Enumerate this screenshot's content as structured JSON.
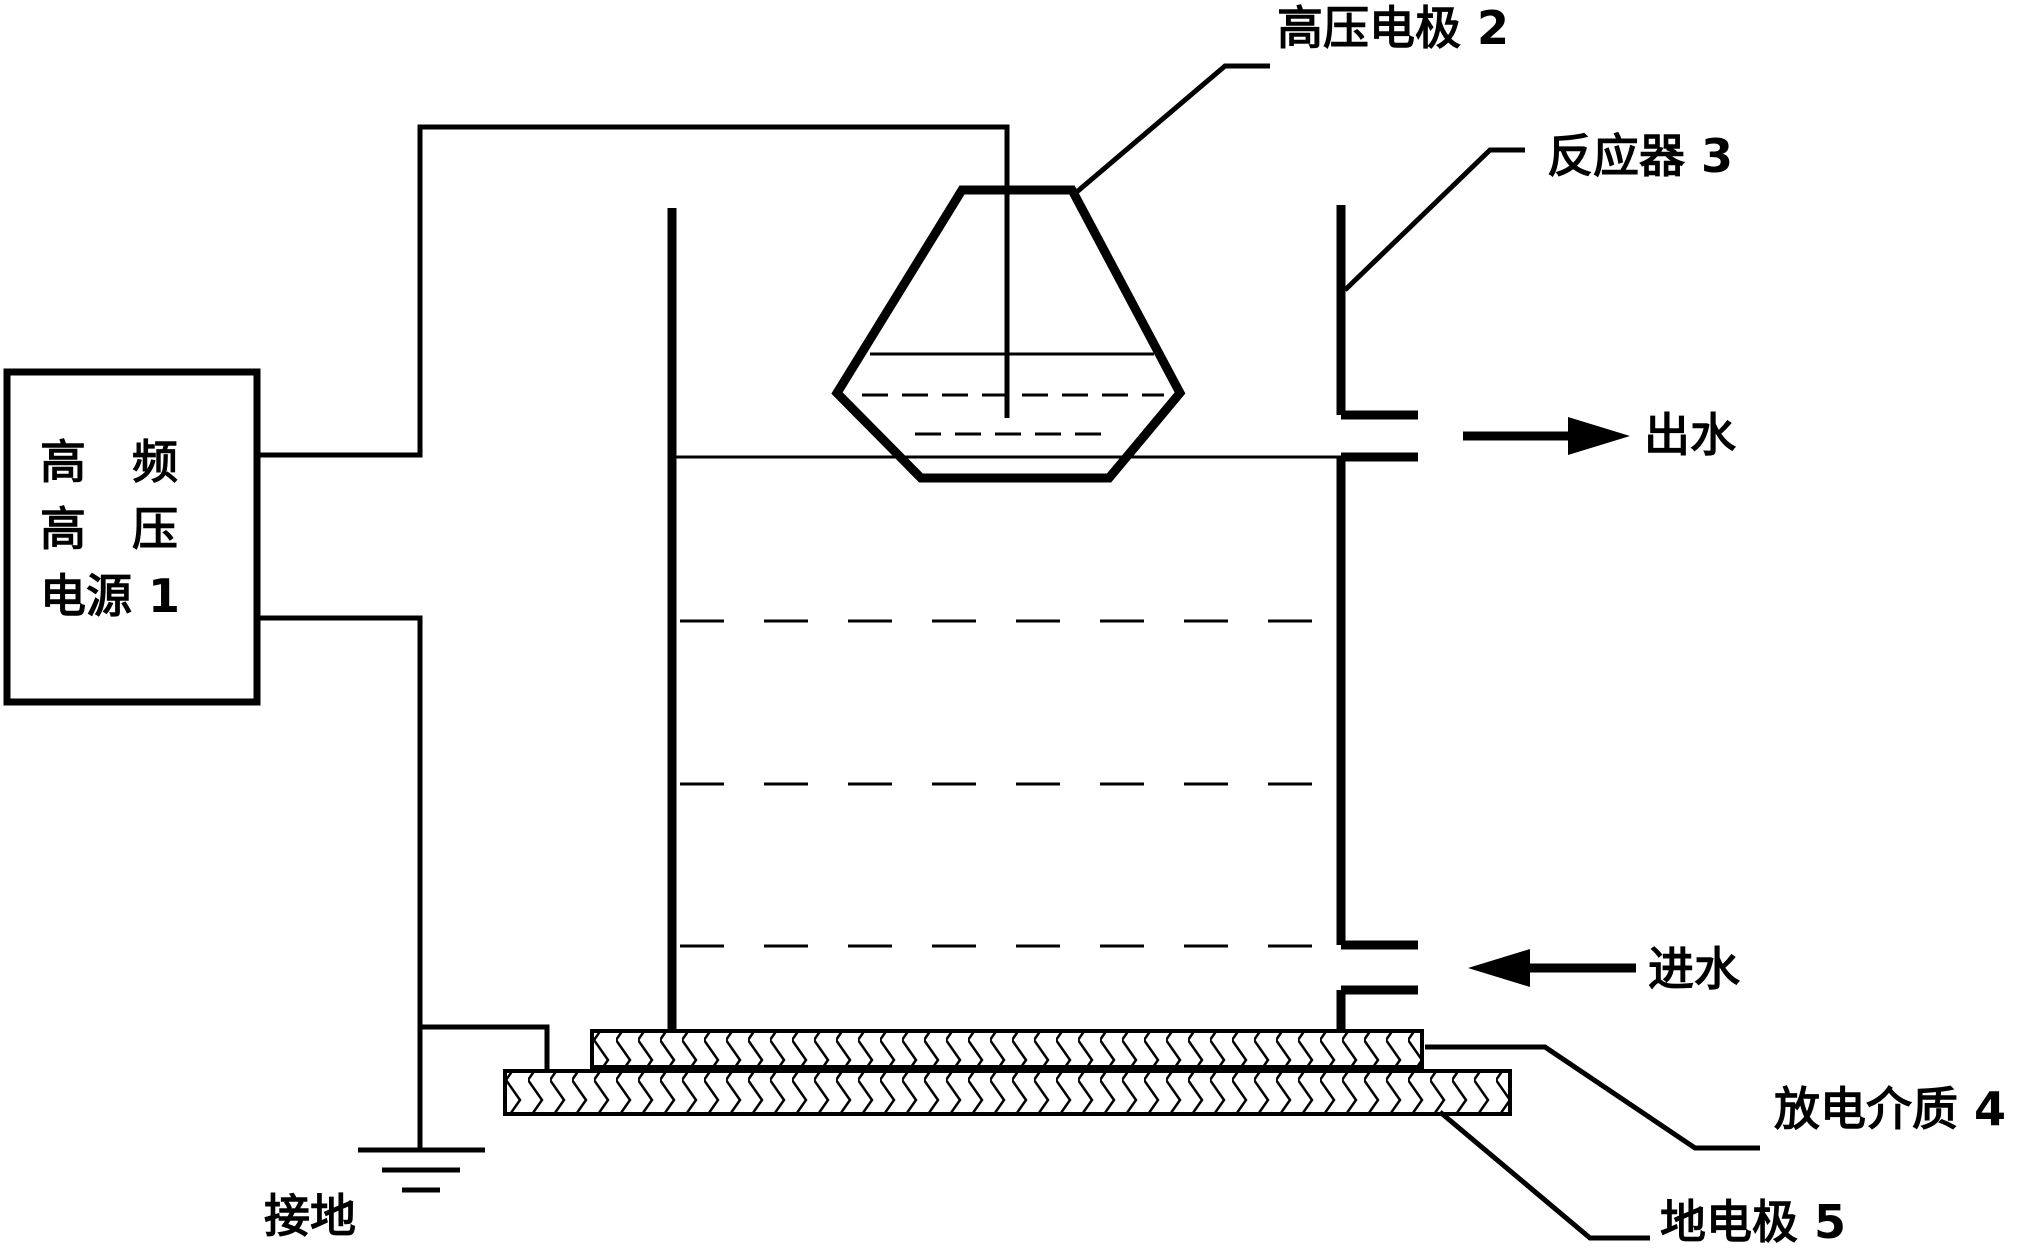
{
  "labels": {
    "power_line1": "高　频",
    "power_line2": "高　压",
    "power_line3": "电源 1",
    "hv_electrode": "高压电极 2",
    "reactor": "反应器 3",
    "outlet": "出水",
    "inlet": "进水",
    "discharge_medium": "放电介质 4",
    "ground_electrode": "地电极 5",
    "ground": "接地"
  },
  "colors": {
    "line": "#000000",
    "background": "#ffffff"
  },
  "icons": [
    "ground-symbol-icon",
    "outlet-arrow-icon",
    "inlet-arrow-icon"
  ]
}
